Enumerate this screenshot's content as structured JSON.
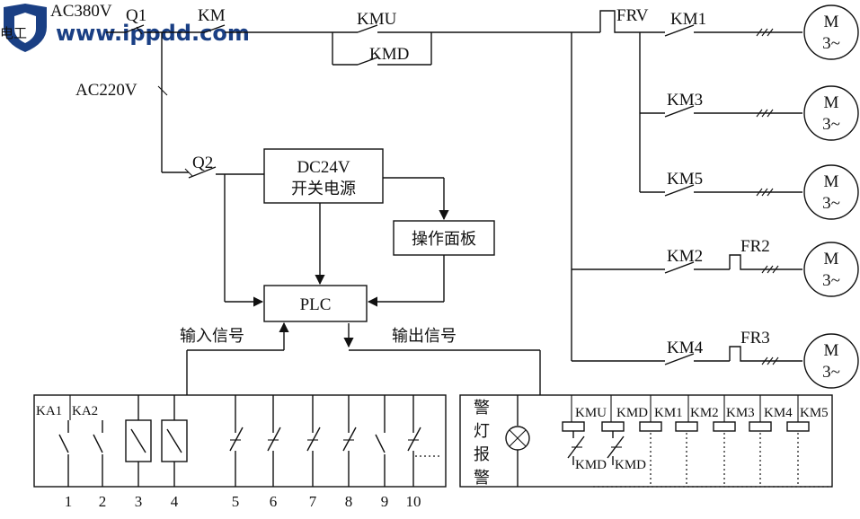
{
  "watermark": {
    "text": "www.ippdd.com",
    "prefix": "电工"
  },
  "supply": {
    "ac380": "AC380V",
    "ac220": "AC220V",
    "q1": "Q1",
    "q2": "Q2",
    "km": "KM",
    "kmu": "KMU",
    "kmd": "KMD",
    "frv": "FRV"
  },
  "boxes": {
    "dc24v_line1": "DC24V",
    "dc24v_line2": "开关电源",
    "panel": "操作面板",
    "plc": "PLC"
  },
  "signals": {
    "input": "输入信号",
    "output": "输出信号"
  },
  "motors": [
    {
      "contactor": "KM1",
      "label": "M",
      "sub": "3~"
    },
    {
      "contactor": "KM3",
      "label": "M",
      "sub": "3~"
    },
    {
      "contactor": "KM5",
      "label": "M",
      "sub": "3~"
    },
    {
      "contactor": "KM2",
      "relay": "FR2",
      "label": "M",
      "sub": "3~"
    },
    {
      "contactor": "KM4",
      "relay": "FR3",
      "label": "M",
      "sub": "3~"
    }
  ],
  "inputs": {
    "ka1": "KA1",
    "ka2": "KA2",
    "terminals": [
      "1",
      "2",
      "3",
      "4",
      "5",
      "6",
      "7",
      "8",
      "9",
      "10"
    ]
  },
  "outputs": {
    "alarm": [
      "警",
      "灯",
      "报",
      "警"
    ],
    "coils": [
      "KMU",
      "KMD",
      "KM1",
      "KM2",
      "KM3",
      "KM4",
      "KM5"
    ],
    "interlocks": [
      "KMD",
      "KMD"
    ]
  }
}
